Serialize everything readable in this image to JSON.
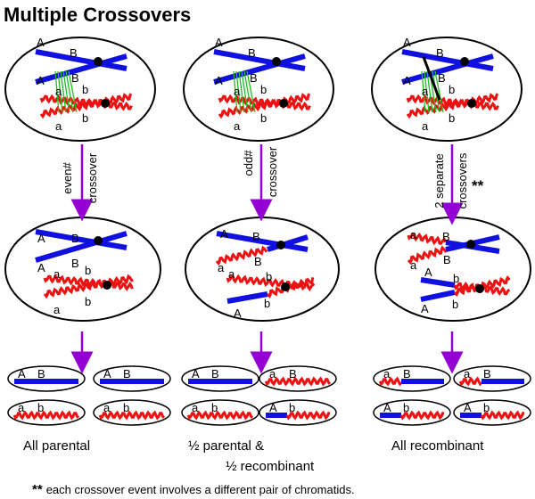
{
  "title": "Multiple Crossovers",
  "columns": [
    {
      "arrow_label_line1": "even#",
      "arrow_label_line2": "crossover",
      "result": "All parental",
      "result_line2": ""
    },
    {
      "arrow_label_line1": "odd#",
      "arrow_label_line2": "crossover",
      "result": "½ parental &",
      "result_line2": "½ recombinant"
    },
    {
      "arrow_label_line1": "2 separate",
      "arrow_label_line2": "crossovers",
      "result": "All recombinant",
      "result_line2": "",
      "marker": "**"
    }
  ],
  "alleles": {
    "A": "A",
    "B": "B",
    "a": "a",
    "b": "b"
  },
  "footnote_marker": "**",
  "footnote": "each crossover event involves a different pair of chromatids.",
  "colors": {
    "parental_blue": "#1010e0",
    "recombinant_red": "#ee1111",
    "chiasma_green": "#22bb22",
    "arrow_purple": "#9400d3",
    "outline": "#000000"
  }
}
